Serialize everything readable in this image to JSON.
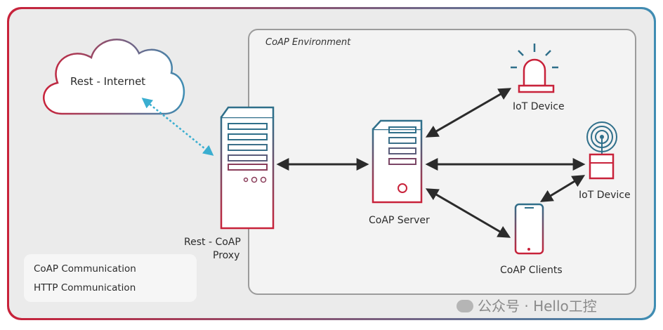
{
  "diagram": {
    "environment_label": "CoAP Environment",
    "cloud_label": "Rest - Internet",
    "proxy_label_line1": "Rest - CoAP",
    "proxy_label_line2": "Proxy",
    "server_label": "CoAP Server",
    "iot_device_1_label": "IoT Device",
    "iot_device_2_label": "IoT Device",
    "clients_label": "CoAP Clients"
  },
  "legend": {
    "coap": "CoAP Communication",
    "http": "HTTP Communication"
  },
  "colors": {
    "frame_start": "#c8223a",
    "frame_end": "#3f8db3",
    "coap_arrow": "#2b2b2b",
    "http_arrow": "#3aaed0",
    "device_stroke_red": "#c8223a",
    "device_stroke_teal": "#2f6f8a"
  },
  "watermark": "公众号 · Hello工控"
}
